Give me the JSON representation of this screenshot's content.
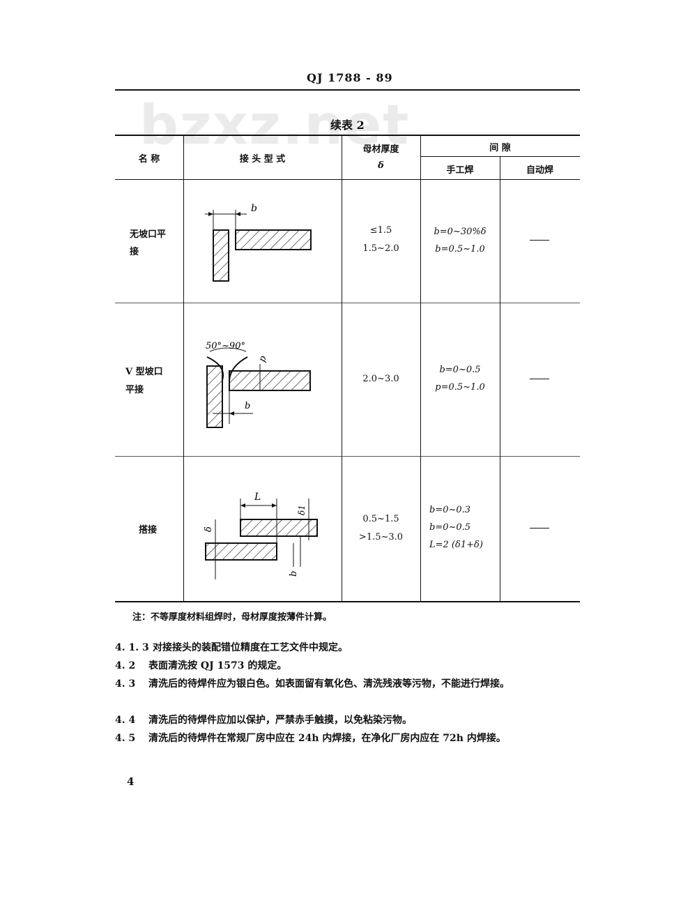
{
  "header": {
    "doc_code": "QJ 1788 - 89"
  },
  "watermark": "bzxz.net",
  "table": {
    "caption": "续表 2",
    "headers": {
      "name": "名 称",
      "joint_form": "接 头 型 式",
      "thickness": "母材厚度",
      "thickness_symbol": "δ",
      "gap": "间 隙",
      "manual": "手工焊",
      "auto": "自动焊"
    },
    "rows": [
      {
        "name_line1": "无坡口平",
        "name_line2": "接",
        "thickness": [
          "≤1.5",
          "1.5~2.0"
        ],
        "manual": [
          "b=0~30%δ",
          "b=0.5~1.0"
        ],
        "auto": "—",
        "labels": {
          "b": "b"
        }
      },
      {
        "name_line1": "V 型坡口",
        "name_line2": "平接",
        "thickness": [
          "2.0~3.0"
        ],
        "manual": [
          "b=0~0.5",
          "p=0.5~1.0"
        ],
        "auto": "—",
        "labels": {
          "angle": "50°~90°",
          "p": "p",
          "b": "b"
        }
      },
      {
        "name_line1": "搭接",
        "name_line2": "",
        "thickness": [
          "0.5~1.5",
          ">1.5~3.0"
        ],
        "manual": [
          "b=0~0.3",
          "b=0~0.5",
          "L=2 (δ1+δ)"
        ],
        "auto": "—",
        "labels": {
          "L": "L",
          "delta1": "δ1",
          "delta": "δ",
          "b": "b"
        }
      }
    ],
    "note": "注：不等厚度材料组焊时，母材厚度按薄件计算。"
  },
  "clauses": [
    {
      "num": "4. 1. 3",
      "text": "对接接头的装配错位精度在工艺文件中规定。"
    },
    {
      "num": "4. 2",
      "text": "表面清洗按 QJ 1573 的规定。"
    },
    {
      "num": "4. 3",
      "text": "清洗后的待焊件应为银白色。如表面留有氧化色、清洗残液等污物，不能进行焊接。"
    },
    {
      "num": "4. 4",
      "text": "清洗后的待焊件应加以保护，严禁赤手触摸，以免粘染污物。"
    },
    {
      "num": "4. 5",
      "text": "清洗后的待焊件在常规厂房中应在 24h 内焊接，在净化厂房内应在 72h 内焊接。"
    }
  ],
  "page_number": "4"
}
